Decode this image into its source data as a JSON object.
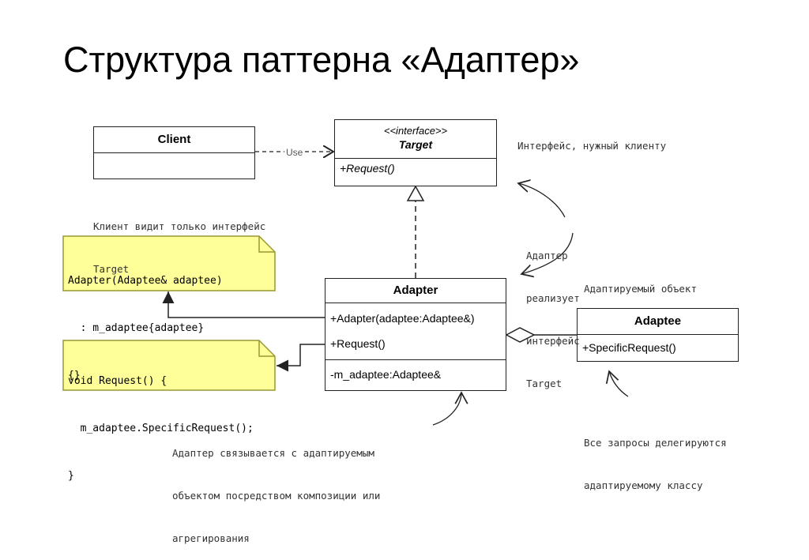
{
  "title": "Структура паттерна «Адаптер»",
  "client": {
    "name": "Client"
  },
  "use_label": "Use",
  "target": {
    "stereotype": "<<interface>>",
    "name": "Target",
    "method": "+Request()"
  },
  "adapter": {
    "name": "Adapter",
    "methods": [
      "+Adapter(adaptee:Adaptee&)",
      "+Request()"
    ],
    "field": "-m_adaptee:Adaptee&"
  },
  "adaptee": {
    "name": "Adaptee",
    "method": "+SpecificRequest()"
  },
  "code_notes": {
    "constructor": [
      "Adapter(Adaptee& adaptee)",
      "  : m_adaptee{adaptee}",
      "{}"
    ],
    "request": [
      "void Request() {",
      "  m_adaptee.SpecificRequest();",
      "}"
    ]
  },
  "comments": {
    "target_interface": "Интерфейс, нужный клиенту",
    "client_sees": [
      "Клиент видит только интерфейс",
      "Target"
    ],
    "adapter_implements": [
      "Адаптер",
      "реализует",
      "интерфейс",
      "Target"
    ],
    "adaptee_object": "Адаптируемый объект",
    "composition": [
      "Адаптер связывается с адаптируемым",
      "объектом посредством композиции или",
      "агрегирования"
    ],
    "delegation": [
      "Все запросы делегируются",
      "адаптируемому классу"
    ]
  },
  "colors": {
    "note_fill": "#ffff99",
    "note_border": "#999933",
    "line": "#222222"
  }
}
